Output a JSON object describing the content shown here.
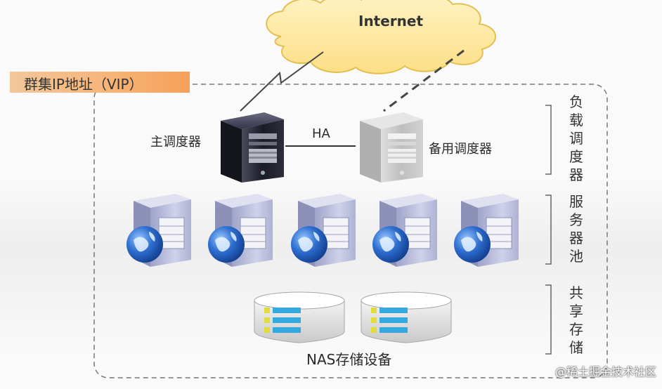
{
  "cloud": {
    "label": "Internet"
  },
  "vip": {
    "label": "群集IP地址（VIP）"
  },
  "dispatchers": {
    "primary_label": "主调度器",
    "backup_label": "备用调度器",
    "link_label": "HA"
  },
  "storage": {
    "label": "NAS存储设备"
  },
  "side_labels": {
    "dispatch": "负载调度器",
    "pool": "服务器池",
    "shared": "共享存储"
  },
  "watermark": "@稀土掘金技术社区",
  "colors": {
    "cloud_fill": "#fde9a8",
    "cloud_stroke": "#e8c65a",
    "vip_banner": "#f5a05a",
    "server_dark": "#23232e",
    "server_light": "#c8c8c8",
    "pool_server": "#b9bdd9",
    "globe": "#2f6fd1",
    "disk_bar": "#33a9e0"
  },
  "pool_server_count": 5,
  "nas_count": 2
}
